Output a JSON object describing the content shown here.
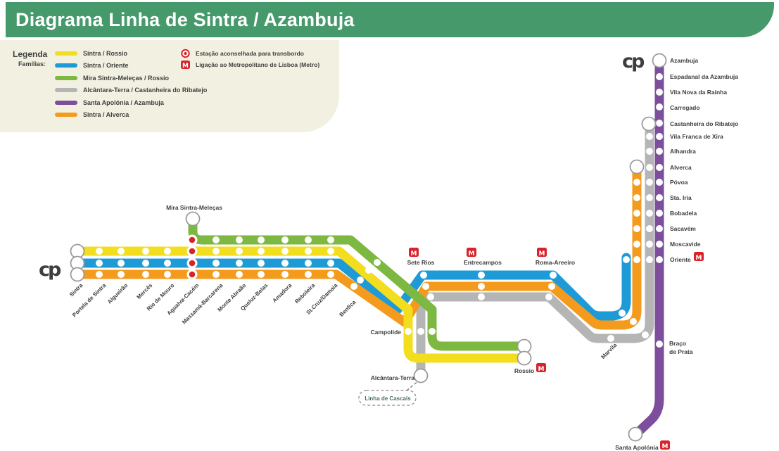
{
  "header": {
    "title": "Diagrama Linha de Sintra / Azambuja"
  },
  "colors": {
    "header_green": "#45996a",
    "legend_bg": "#f2f1e1",
    "cp_green": "#2e9e4b",
    "yellow": "#f2dd1f",
    "blue": "#1e9bd7",
    "green": "#7cb842",
    "gray": "#b5b5b5",
    "purple": "#7c4e9c",
    "orange": "#f49b1e",
    "red": "#d8232a"
  },
  "legend": {
    "title": "Legenda",
    "subtitle": "Famílias:",
    "families": [
      {
        "label": "Sintra / Rossio",
        "color": "#f2dd1f"
      },
      {
        "label": "Sintra / Oriente",
        "color": "#1e9bd7"
      },
      {
        "label": "Mira Sintra-Meleças / Rossio",
        "color": "#7cb842"
      },
      {
        "label": "Alcântara-Terra / Castanheira do Ribatejo",
        "color": "#b5b5b5"
      },
      {
        "label": "Santa Apolónia / Azambuja",
        "color": "#7c4e9c"
      },
      {
        "label": "Sintra / Alverca",
        "color": "#f49b1e"
      }
    ],
    "symbols": [
      {
        "label": "Estação aconselhada para transbordo"
      },
      {
        "label": "Ligação ao Metropolitano de Lisboa (Metro)"
      }
    ]
  },
  "map": {
    "cp_logo": "cp",
    "sintra_stations": [
      "Sintra",
      "Portela de Sintra",
      "Algueirão",
      "Mercês",
      "Rio de Mouro",
      "Agualva-Cacém",
      "Massamá-Barcarena",
      "Monte Abraão",
      "Queluz-Belas",
      "Amadora",
      "Reboleira",
      "St.Cruz/Damaia",
      "Benfica"
    ],
    "mira": "Mira Sintra-Meleças",
    "cintura": [
      "Sete Rios",
      "Entrecampos",
      "Roma-Areeiro"
    ],
    "campolide": "Campolide",
    "alcantara": "Alcântara-Terra",
    "cascais": "Linha de Cascais",
    "rossio": "Rossio",
    "marvila": "Marvila",
    "braco1": "Braço",
    "braco2": "de Prata",
    "santa_apolonia": "Santa Apolónia",
    "norte": [
      "Azambuja",
      "Espadanal da Azambuja",
      "Vila Nova da Rainha",
      "Carregado",
      "Castanheira do Ribatejo",
      "Vila Franca de Xira",
      "Alhandra",
      "Alverca",
      "Póvoa",
      "Sta. Iria",
      "Bobadela",
      "Sacavém",
      "Moscavide",
      "Oriente"
    ]
  }
}
